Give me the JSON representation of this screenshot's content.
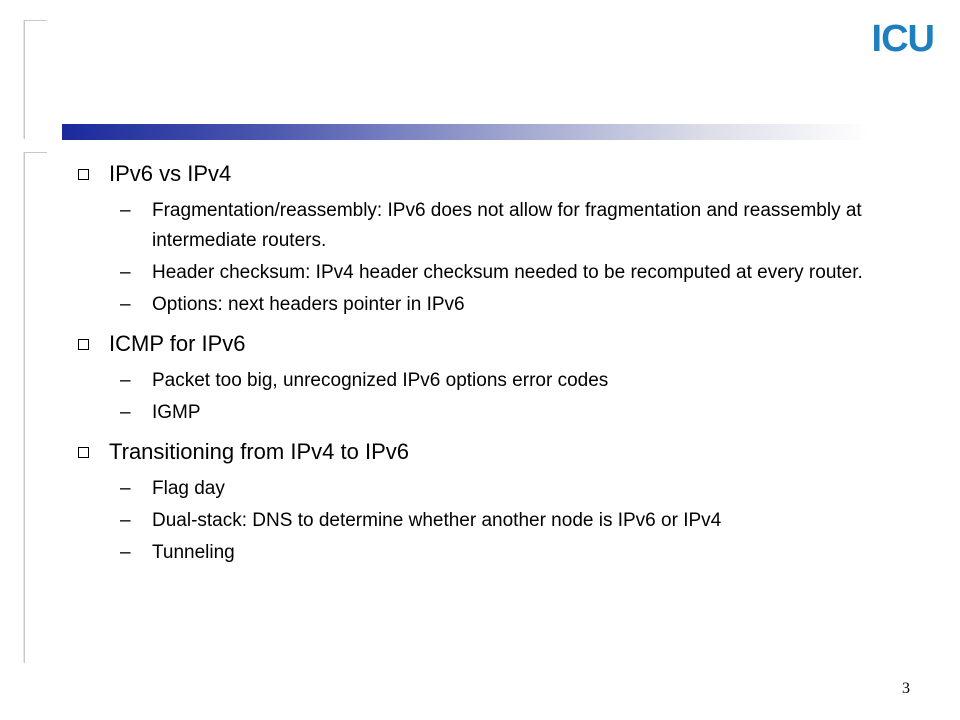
{
  "logo": {
    "text": "ICU",
    "color": "#1d7fbd"
  },
  "accent_colors": {
    "bar_start": "#1a2a9c",
    "bar_end": "#ffffff"
  },
  "sections": [
    {
      "heading": "IPv6 vs IPv4",
      "items": [
        "Fragmentation/reassembly: IPv6 does not allow for fragmentation and reassembly at intermediate routers.",
        "Header checksum: IPv4 header checksum needed to be recomputed at every router.",
        "Options: next headers pointer in IPv6"
      ]
    },
    {
      "heading": "ICMP for IPv6",
      "items": [
        "Packet too big, unrecognized IPv6 options error codes",
        "IGMP"
      ]
    },
    {
      "heading": "Transitioning from IPv4 to IPv6",
      "items": [
        "Flag day",
        "Dual-stack: DNS to determine whether another node is IPv6 or IPv4",
        "Tunneling"
      ]
    }
  ],
  "dash_glyph": "–",
  "page_number": "3"
}
